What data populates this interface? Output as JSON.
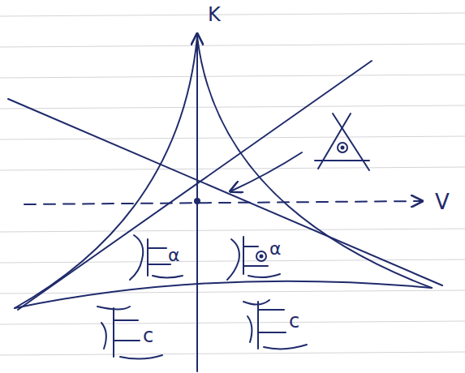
{
  "diagram": {
    "labels": [
      "K",
      "V",
      "α",
      "α",
      "c",
      "c"
    ]
  }
}
